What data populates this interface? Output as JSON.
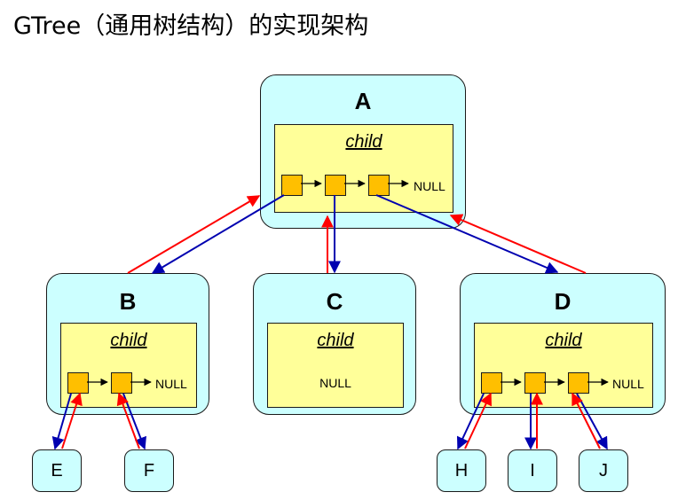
{
  "title": "GTree（通用树结构）的实现架构",
  "nodes": {
    "A": {
      "label": "A",
      "child_label": "child",
      "null_label": "NULL"
    },
    "B": {
      "label": "B",
      "child_label": "child",
      "null_label": "NULL"
    },
    "C": {
      "label": "C",
      "child_label": "child",
      "null_label": "NULL"
    },
    "D": {
      "label": "D",
      "child_label": "child",
      "null_label": "NULL"
    }
  },
  "leaves": {
    "E": "E",
    "F": "F",
    "H": "H",
    "I": "I",
    "J": "J"
  },
  "colors": {
    "node_fill": "#ccffff",
    "child_fill": "#ffff99",
    "slot_fill": "#ffbf00",
    "child_pointer": "#0000b0",
    "parent_pointer": "#ff0000"
  }
}
